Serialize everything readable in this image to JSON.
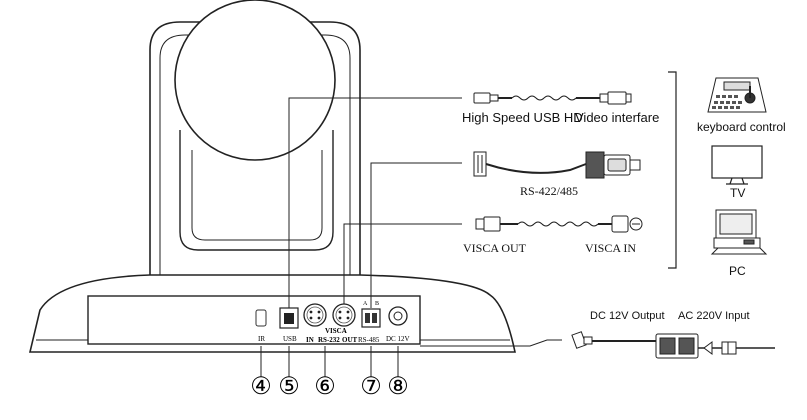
{
  "cables": {
    "usb_label_left": "High Speed USB HD",
    "usb_label_right": "Video interfare",
    "rs_label": "RS-422/485",
    "visca_out_label": "VISCA OUT",
    "visca_in_label": "VISCA IN"
  },
  "devices": {
    "keyboard_label": "keyboard control",
    "tv_label": "TV",
    "pc_label": "PC"
  },
  "power": {
    "dc_output_label": "DC 12V Output",
    "ac_input_label": "AC 220V Input"
  },
  "panel": {
    "ir": "IR",
    "usb": "USB",
    "visca": "VISCA",
    "visca_in": "IN",
    "rs232": "RS-232",
    "visca_out": "OUT",
    "rs485": "RS-485",
    "rs485_a": "A",
    "rs485_b": "B",
    "dc12v": "DC 12V"
  },
  "callouts": [
    "④",
    "⑤",
    "⑥",
    "⑦",
    "⑧"
  ]
}
